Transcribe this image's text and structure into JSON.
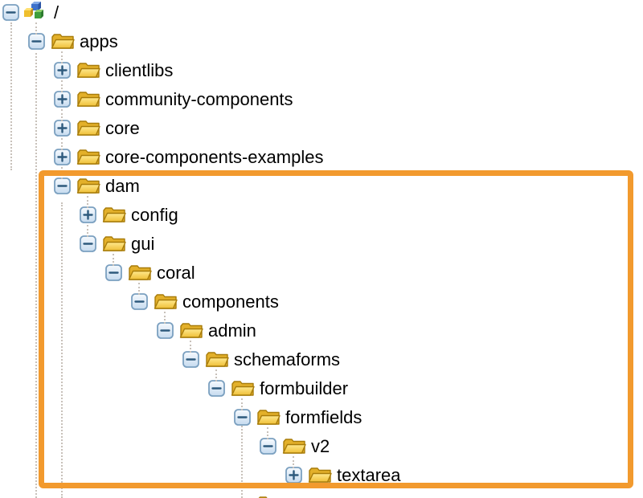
{
  "app": {
    "description": "repository-tree-browser"
  },
  "tree": {
    "nodes": [
      {
        "label": "/",
        "level": 0,
        "state": "expanded",
        "icon": "repository-root"
      },
      {
        "label": "apps",
        "level": 1,
        "state": "expanded",
        "icon": "folder"
      },
      {
        "label": "clientlibs",
        "level": 2,
        "state": "collapsed",
        "icon": "folder"
      },
      {
        "label": "community-components",
        "level": 2,
        "state": "collapsed",
        "icon": "folder"
      },
      {
        "label": "core",
        "level": 2,
        "state": "collapsed",
        "icon": "folder"
      },
      {
        "label": "core-components-examples",
        "level": 2,
        "state": "collapsed",
        "icon": "folder"
      },
      {
        "label": "dam",
        "level": 2,
        "state": "expanded",
        "icon": "folder",
        "highlighted": true
      },
      {
        "label": "config",
        "level": 3,
        "state": "collapsed",
        "icon": "folder"
      },
      {
        "label": "gui",
        "level": 3,
        "state": "expanded",
        "icon": "folder"
      },
      {
        "label": "coral",
        "level": 4,
        "state": "expanded",
        "icon": "folder"
      },
      {
        "label": "components",
        "level": 5,
        "state": "expanded",
        "icon": "folder"
      },
      {
        "label": "admin",
        "level": 6,
        "state": "expanded",
        "icon": "folder"
      },
      {
        "label": "schemaforms",
        "level": 7,
        "state": "expanded",
        "icon": "folder"
      },
      {
        "label": "formbuilder",
        "level": 8,
        "state": "expanded",
        "icon": "folder"
      },
      {
        "label": "formfields",
        "level": 9,
        "state": "expanded",
        "icon": "folder"
      },
      {
        "label": "v2",
        "level": 10,
        "state": "expanded",
        "icon": "folder"
      },
      {
        "label": "textarea",
        "level": 11,
        "state": "collapsed",
        "icon": "folder"
      }
    ],
    "partial_next_row": {
      "icon": "folder"
    }
  },
  "highlight": {
    "target_node": "dam",
    "color": "#F29A2E"
  },
  "colors": {
    "background": "#FFFFFF",
    "label_text": "#000000",
    "highlight_box": "#F29A2E",
    "folder_front_light": "#FFE98E",
    "folder_front_dark": "#EFBF37",
    "folder_back": "#E3B02A",
    "folder_outline": "#A87C0A",
    "expander_border": "#7BA0C0",
    "expander_fill_top": "#F6FAFE",
    "expander_fill_bottom": "#C6DBEF",
    "expander_glyph": "#2E5A7D",
    "guide_dots": "#C8C1BA",
    "root_cube_blue": "#3E72CC",
    "root_cube_yellow": "#EFBF2E",
    "root_cube_green": "#3F9E3C"
  }
}
